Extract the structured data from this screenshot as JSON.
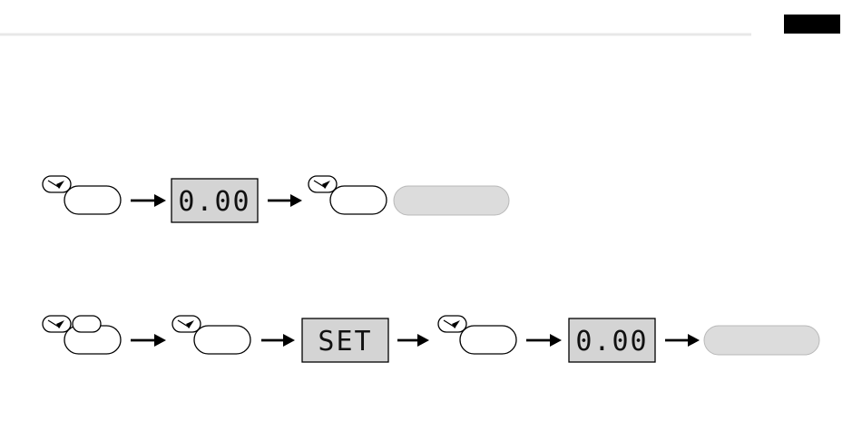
{
  "header": {
    "tab_color": "#000000",
    "rule_color": "#e8e8e8"
  },
  "sequences": [
    {
      "steps": [
        {
          "kind": "key",
          "icon": "pen-check-icon"
        },
        {
          "kind": "display",
          "text": "0.00"
        },
        {
          "kind": "key",
          "icon": "pen-check-icon"
        },
        {
          "kind": "status-pill"
        }
      ]
    },
    {
      "steps": [
        {
          "kind": "key-combo",
          "icon": "pen-check-icon"
        },
        {
          "kind": "key",
          "icon": "pen-check-icon"
        },
        {
          "kind": "display",
          "text": "SET"
        },
        {
          "kind": "key",
          "icon": "pen-check-icon"
        },
        {
          "kind": "display",
          "text": "0.00"
        },
        {
          "kind": "status-pill"
        }
      ]
    }
  ],
  "colors": {
    "display_fill": "#d4d4d4",
    "pill_fill": "#dcdcdc",
    "pill_stroke": "#b8b8b8",
    "stroke": "#000000"
  }
}
